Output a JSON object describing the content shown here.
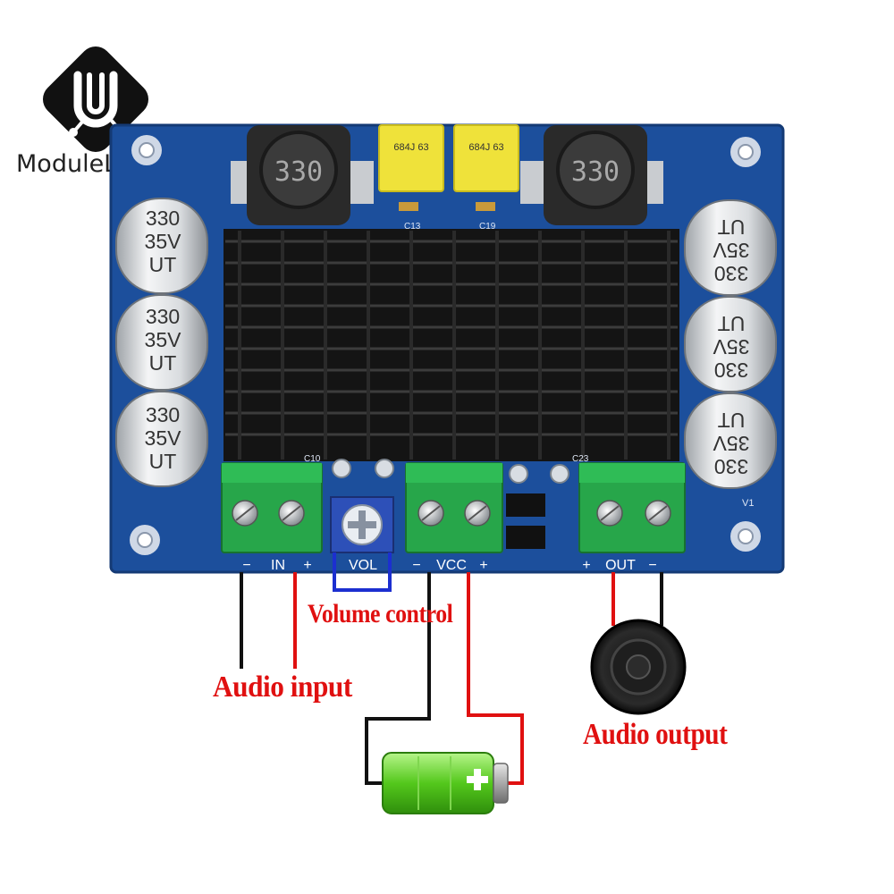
{
  "brand": {
    "name": "ModuleLive"
  },
  "board": {
    "inductor_marking": "330",
    "film_cap_marking": "684J 63",
    "capacitor_label": {
      "line1": "330",
      "line2": "35V",
      "line3": "UT"
    },
    "component_labels": {
      "c13": "C13",
      "c19": "C19",
      "c10": "C10",
      "c23": "C23",
      "v1": "V1"
    },
    "terminal_labels": {
      "input": "IN",
      "volume": "VOL",
      "power": "VCC",
      "output": "OUT",
      "minus": "−",
      "plus": "+"
    }
  },
  "captions": {
    "audio_input": "Audio input",
    "volume_control": "Volume control",
    "audio_output": "Audio output"
  },
  "colors": {
    "pcb": "#1c4f9c",
    "heatsink": "#141414",
    "terminal": "#27a64a",
    "wire_positive": "#e01010",
    "wire_negative": "#111111",
    "battery": "#5ad02a",
    "caption": "#e01010"
  }
}
